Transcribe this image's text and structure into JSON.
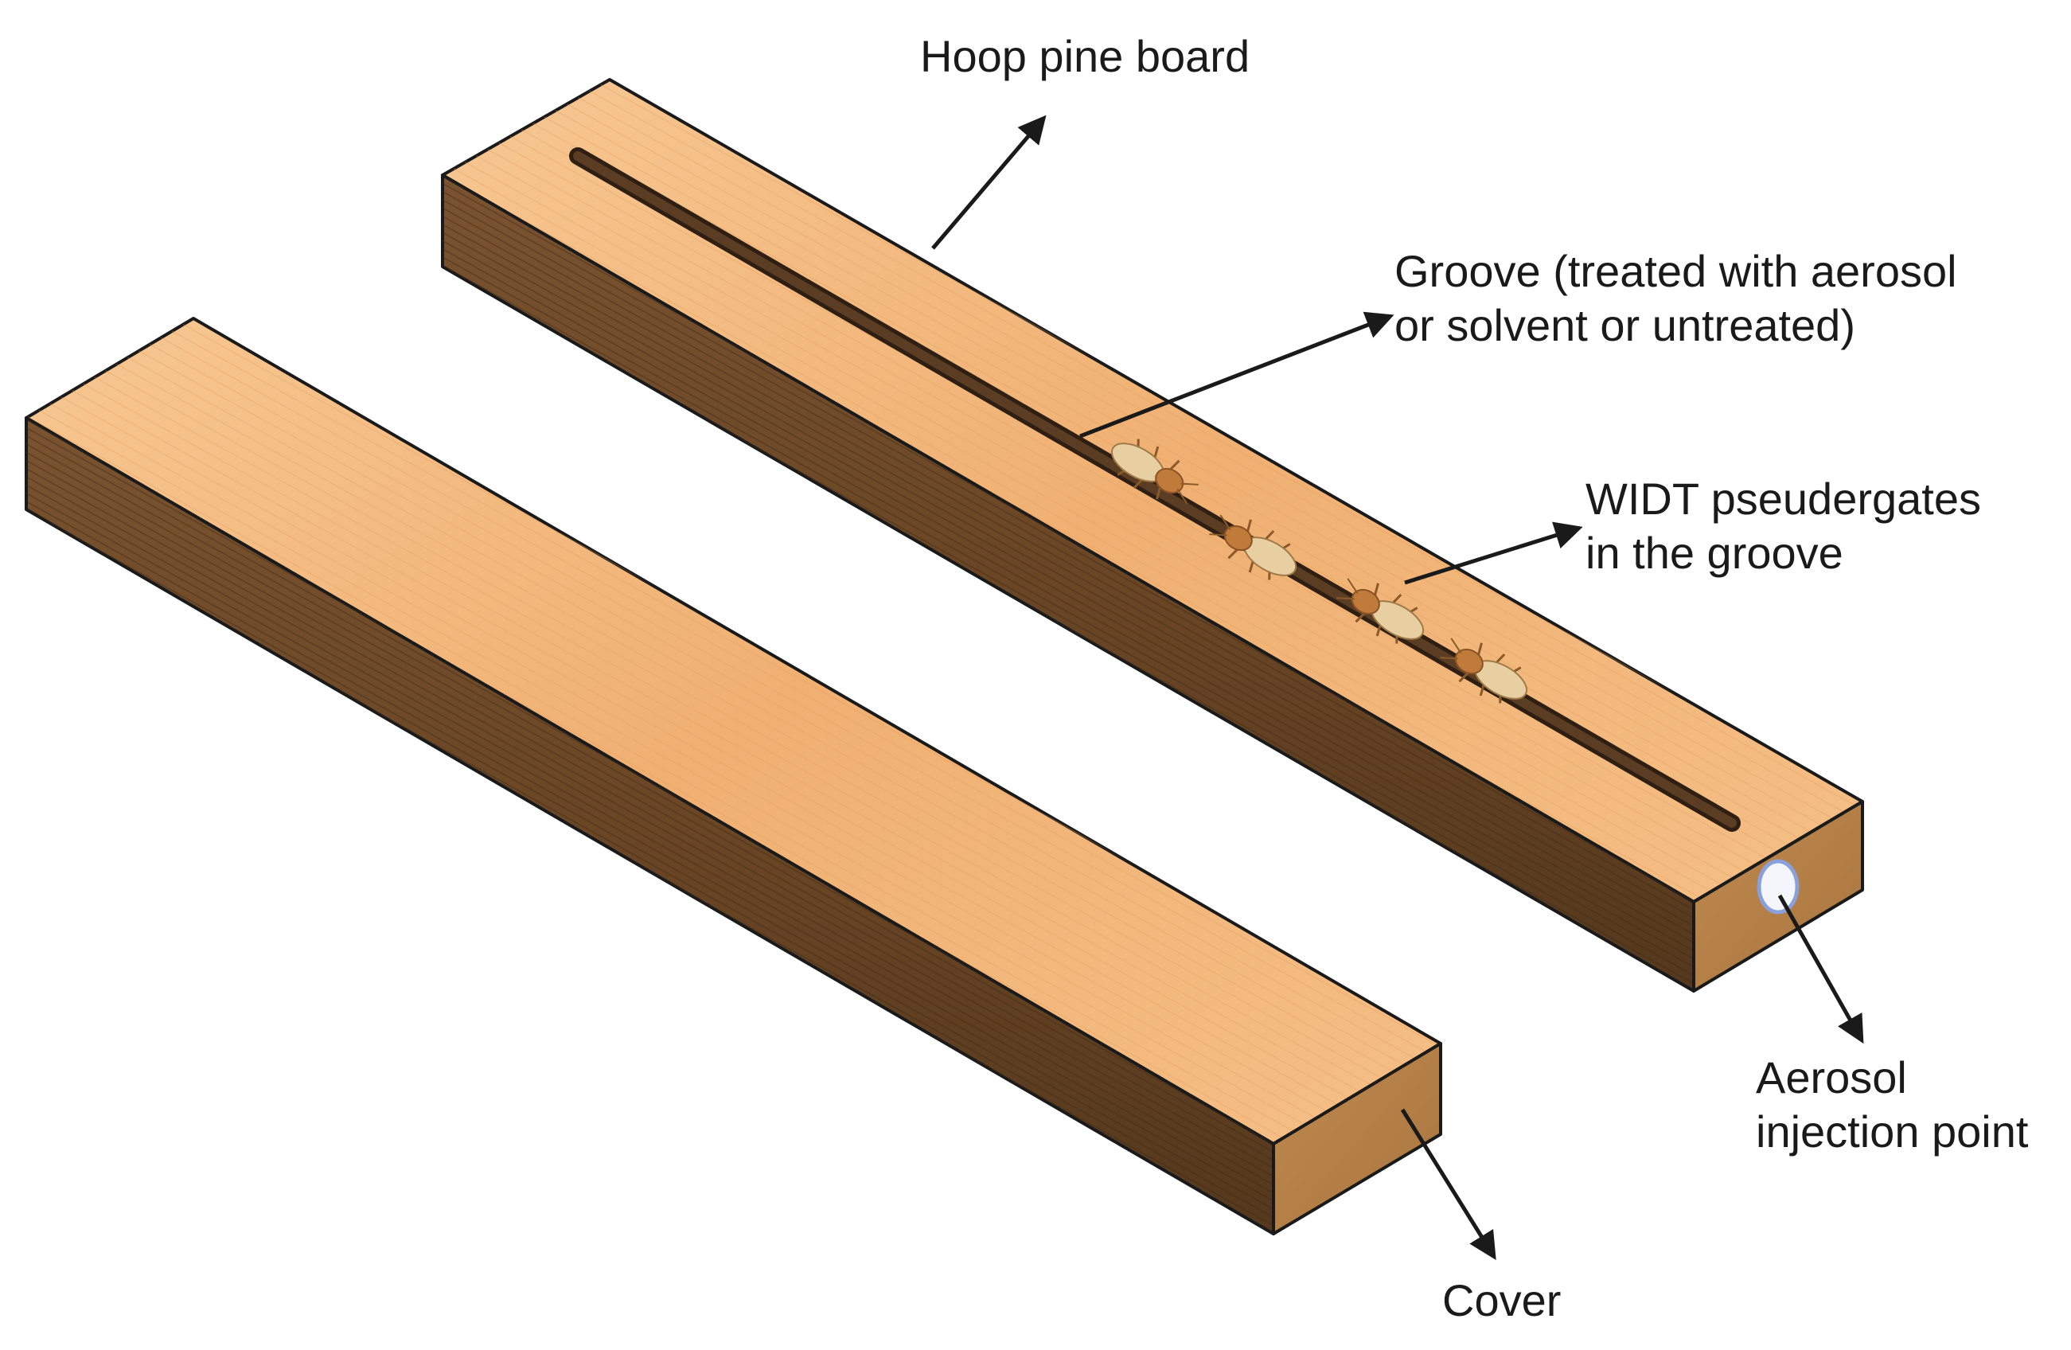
{
  "labels": {
    "hoop_pine_board": "Hoop pine board",
    "groove_line1": "Groove (treated with aerosol",
    "groove_line2": "or solvent or untreated)",
    "widt_line1": "WIDT pseudergates",
    "widt_line2": "in the groove",
    "aerosol_line1": "Aerosol",
    "aerosol_line2": "injection point",
    "cover": "Cover"
  },
  "colors": {
    "wood_top": "#f2b478",
    "wood_top_light": "#f7c792",
    "wood_side": "#6e4a28",
    "wood_side_dark": "#4e331a",
    "wood_end": "#b98448",
    "groove": "#4a3320",
    "termite_body": "#e8cfa2",
    "termite_head": "#c07a3a",
    "injection_hole_fill": "#f4f6fb",
    "injection_hole_ring": "#8aa0d8",
    "ink": "#1a1a1a"
  },
  "icons": {
    "termite": "termite-icon",
    "arrow": "arrow-icon"
  }
}
